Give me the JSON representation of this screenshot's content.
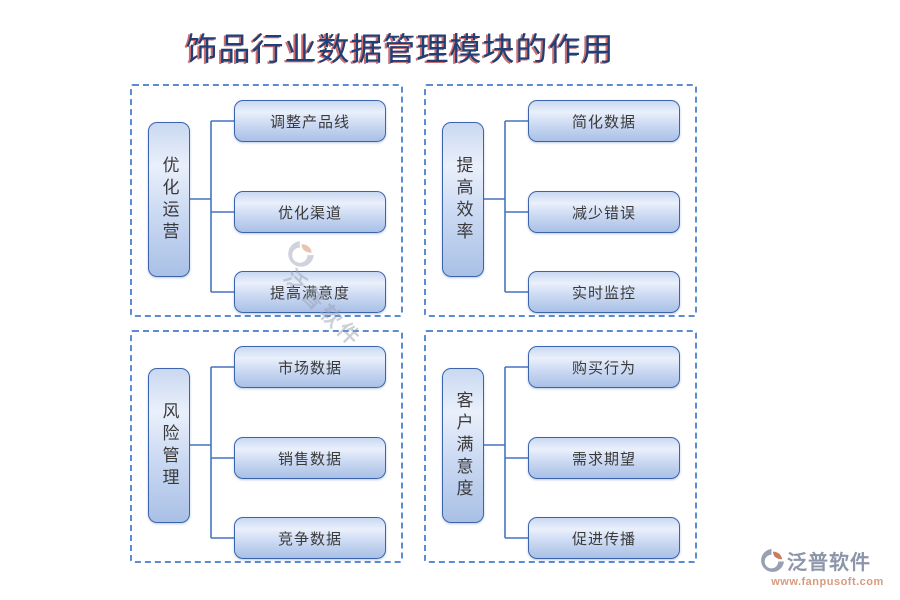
{
  "title": "饰品行业数据管理模块的作用",
  "sections": [
    {
      "id": "optimize-operations",
      "label": "优化运营",
      "items": [
        "调整产品线",
        "优化渠道",
        "提高满意度"
      ]
    },
    {
      "id": "improve-efficiency",
      "label": "提高效率",
      "items": [
        "简化数据",
        "减少错误",
        "实时监控"
      ]
    },
    {
      "id": "risk-management",
      "label": "风险管理",
      "items": [
        "市场数据",
        "销售数据",
        "竞争数据"
      ]
    },
    {
      "id": "customer-satisfaction",
      "label": "客户满意度",
      "items": [
        "购买行为",
        "需求期望",
        "促进传播"
      ]
    }
  ],
  "watermark": {
    "text": "泛普软件"
  },
  "footer_logo": {
    "name": "泛普软件",
    "url": "www.fanpusoft.com"
  },
  "colors": {
    "title_text": "#1e4077",
    "title_shadow": "#c03e3e",
    "box_border": "#3c64ad",
    "box_fill_top": "#c9d8f1",
    "box_fill_bottom": "#a9c0e6",
    "connector": "#4674c1",
    "frame_dash": "#5b8bd0",
    "brand_gray": "#8d96a9",
    "brand_orange": "#cf7a59",
    "url_color": "#d89a7e"
  }
}
